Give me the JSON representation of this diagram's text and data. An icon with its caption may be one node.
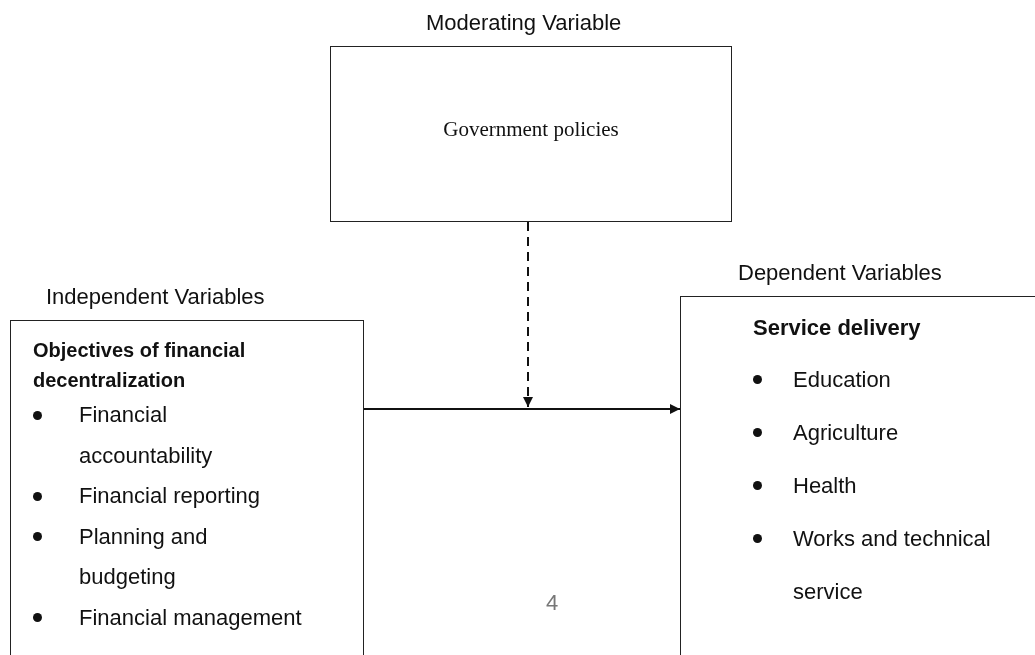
{
  "diagram": {
    "nodes": [
      {
        "text": [
          "Moderating Variable",
          "Government policies"
        ]
      },
      {
        "text": [
          "Independent Variables",
          "Objectives of financial decentralization",
          "Financial accountability",
          "Financial reporting",
          "Planning and budgeting",
          "Financial management"
        ]
      },
      {
        "text": [
          "Dependent Variables",
          "Service delivery",
          "Education",
          "Agriculture",
          "Health",
          "Works and technical service"
        ]
      }
    ],
    "edges": [
      {
        "from": 1,
        "to": 2,
        "arrow": "to"
      },
      {
        "from": 0,
        "to": null,
        "arrow": "to",
        "style": "dashed"
      }
    ],
    "labels": [
      "4"
    ]
  }
}
